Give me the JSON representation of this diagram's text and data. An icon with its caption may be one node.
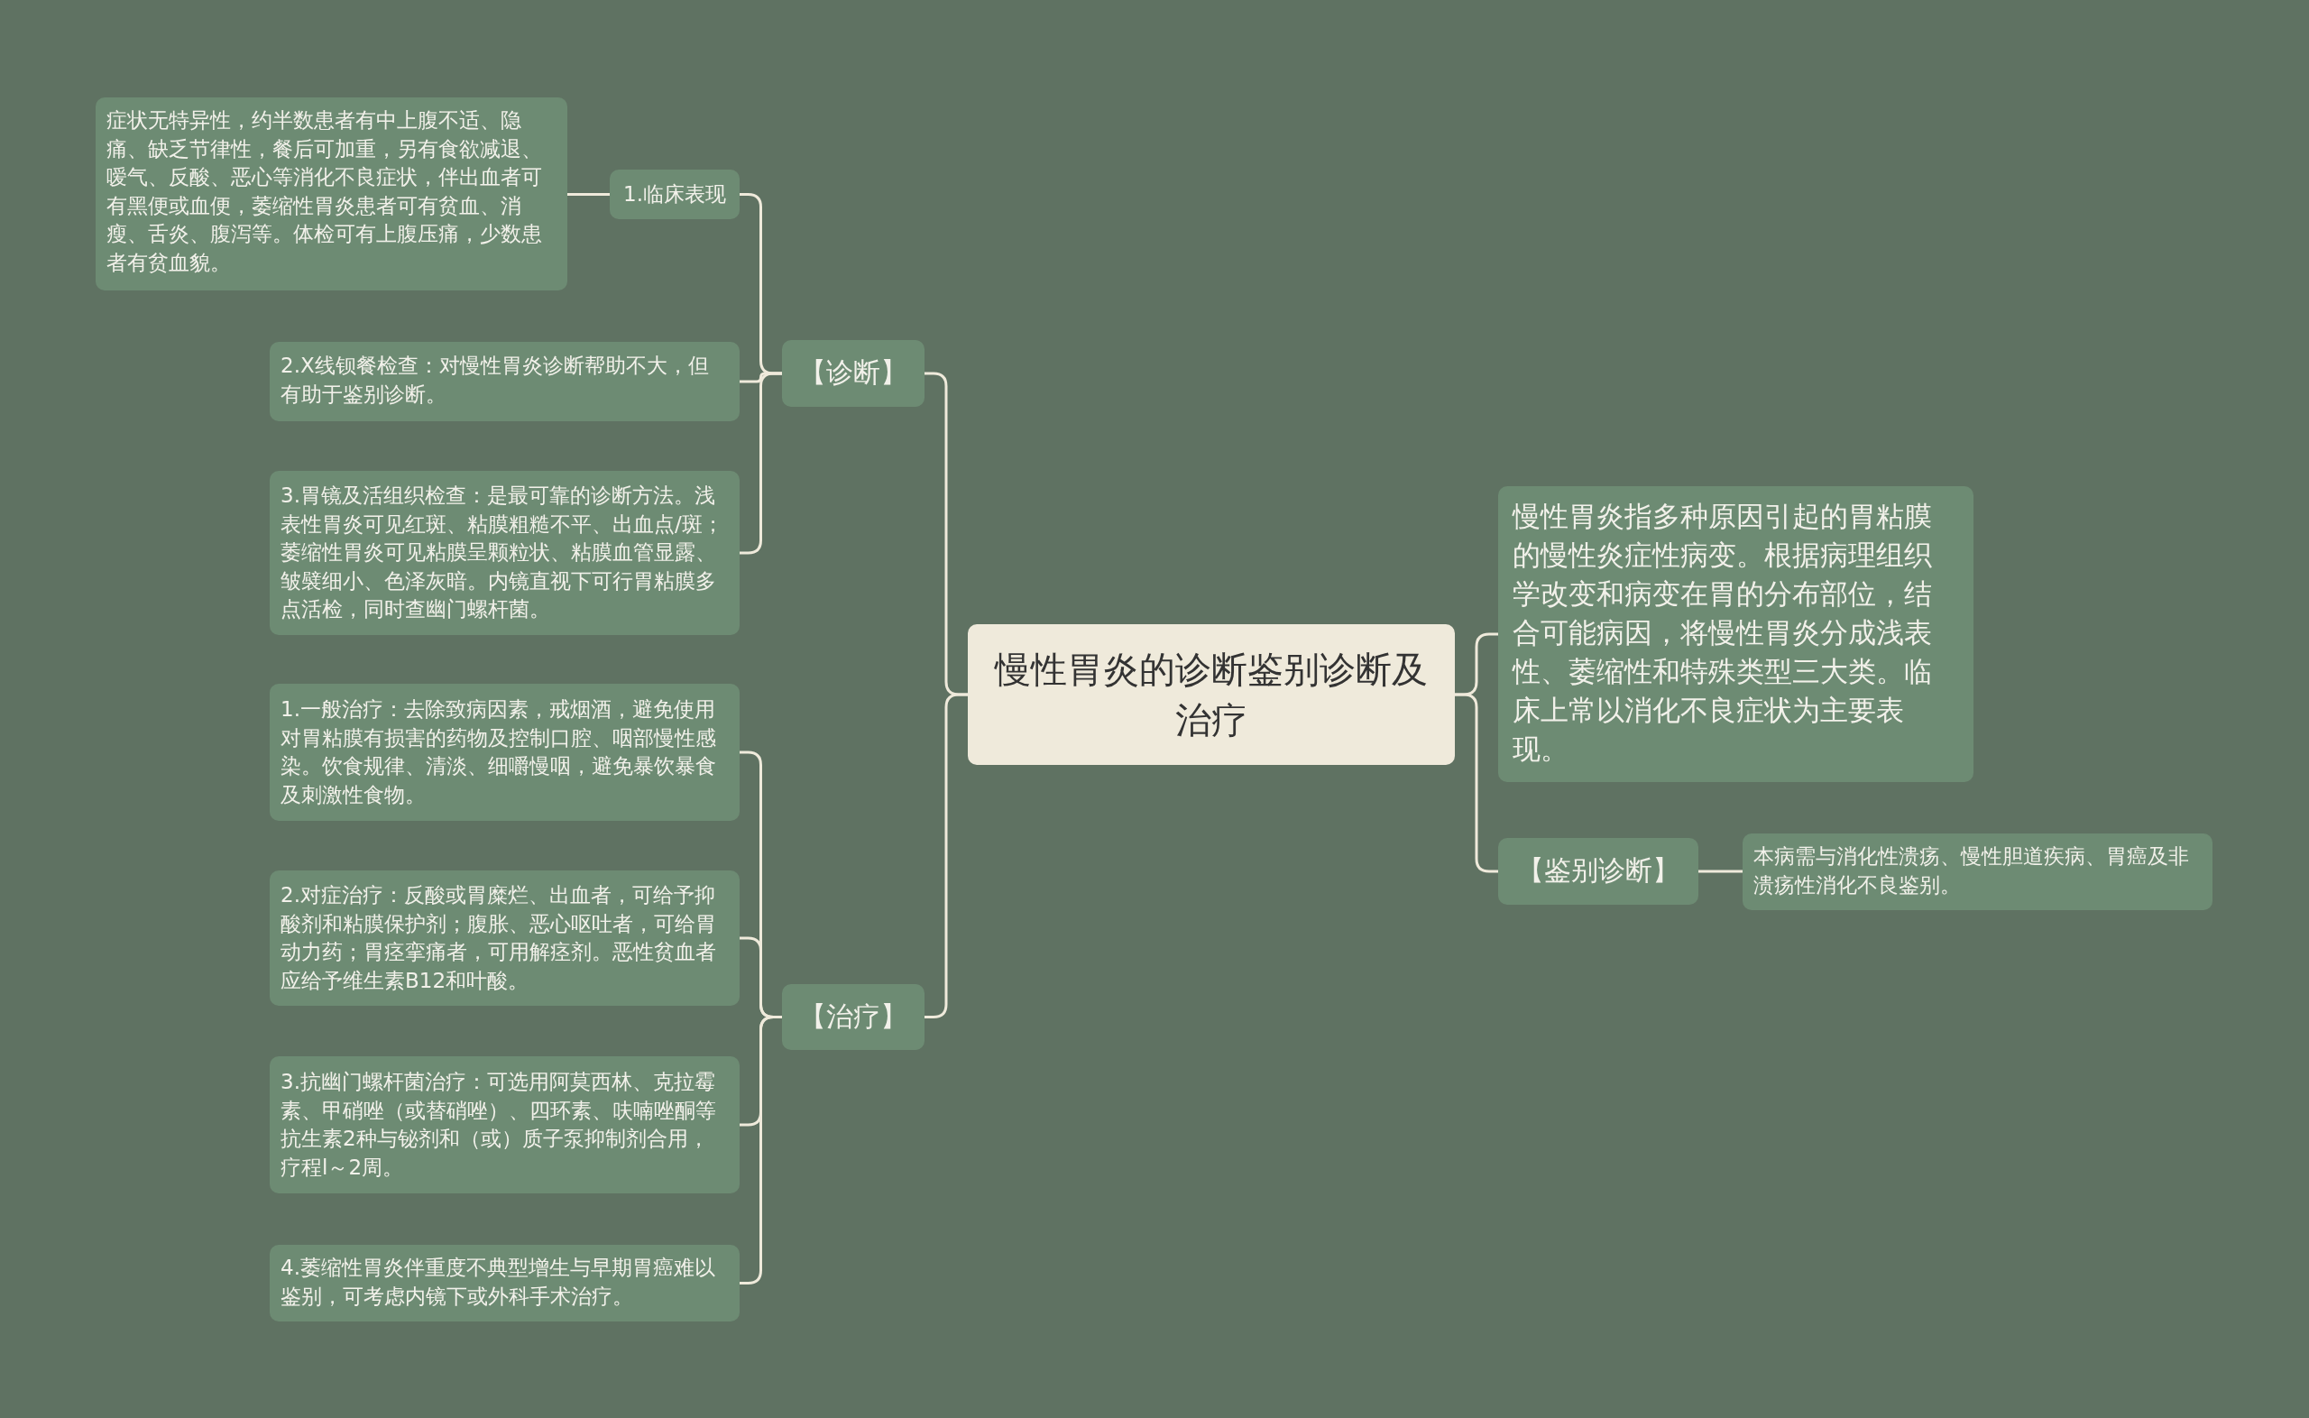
{
  "diagram": {
    "nodes": [
      {
        "text": [
          "慢性胃炎的诊断鉴别诊断及治疗"
        ]
      },
      {
        "text": [
          "【诊断】"
        ]
      },
      {
        "text": [
          "1.临床表现"
        ]
      },
      {
        "text": [
          "症状无特异性，约半数患者有中上腹不适、隐痛、缺乏节律性，餐后可加重，另有食欲减退、嗳气、反酸、恶心等消化不良症状，伴出血者可有黑便或血便，萎缩性胃炎患者可有贫血、消瘦、舌炎、腹泻等。体检可有上腹压痛，少数患者有贫血貌。"
        ]
      },
      {
        "text": [
          "2.X线钡餐检查：对慢性胃炎诊断帮助不大，但有助于鉴别诊断。"
        ]
      },
      {
        "text": [
          "3.胃镜及活组织检查：是最可靠的诊断方法。浅表性胃炎可见红斑、粘膜粗糙不平、出血点/斑；萎缩性胃炎可见粘膜呈颗粒状、粘膜血管显露、皱襞细小、色泽灰暗。内镜直视下可行胃粘膜多点活检，同时查幽门螺杆菌。"
        ]
      },
      {
        "text": [
          "【治疗】"
        ]
      },
      {
        "text": [
          "1.一般治疗：去除致病因素，戒烟酒，避免使用对胃粘膜有损害的药物及控制口腔、咽部慢性感染。饮食规律、清淡、细嚼慢咽，避免暴饮暴食及刺激性食物。"
        ]
      },
      {
        "text": [
          "2.对症治疗：反酸或胃糜烂、出血者，可给予抑酸剂和粘膜保护剂；腹胀、恶心呕吐者，可给胃动力药；胃痉挛痛者，可用解痉剂。恶性贫血者应给予维生素B12和叶酸。"
        ]
      },
      {
        "text": [
          "3.抗幽门螺杆菌治疗：可选用阿莫西林、克拉霉素、甲硝唑（或替硝唑）、四环素、呋喃唑酮等抗生素2种与铋剂和（或）质子泵抑制剂合用，疗程l～2周。"
        ]
      },
      {
        "text": [
          "4.萎缩性胃炎伴重度不典型增生与早期胃癌难以鉴别，可考虑内镜下或外科手术治疗。"
        ]
      },
      {
        "text": [
          "慢性胃炎指多种原因引起的胃粘膜的慢性炎症性病变。根据病理组织学改变和病变在胃的分布部位，结合可能病因，将慢性胃炎分成浅表性、萎缩性和特殊类型三大类。临床上常以消化不良症状为主要表现。"
        ]
      },
      {
        "text": [
          "【鉴别诊断】"
        ]
      },
      {
        "text": [
          "本病需与消化性溃疡、慢性胆道疾病、胃癌及非溃疡性消化不良鉴别。"
        ]
      }
    ],
    "edges": [
      {
        "from": 0,
        "to": 1,
        "arrow": "none"
      },
      {
        "from": 0,
        "to": 6,
        "arrow": "none"
      },
      {
        "from": 0,
        "to": 11,
        "arrow": "none"
      },
      {
        "from": 0,
        "to": 12,
        "arrow": "none"
      },
      {
        "from": 1,
        "to": 2,
        "arrow": "none"
      },
      {
        "from": 2,
        "to": 3,
        "arrow": "none"
      },
      {
        "from": 1,
        "to": 4,
        "arrow": "none"
      },
      {
        "from": 1,
        "to": 5,
        "arrow": "none"
      },
      {
        "from": 6,
        "to": 7,
        "arrow": "none"
      },
      {
        "from": 6,
        "to": 8,
        "arrow": "none"
      },
      {
        "from": 6,
        "to": 9,
        "arrow": "none"
      },
      {
        "from": 6,
        "to": 10,
        "arrow": "none"
      },
      {
        "from": 12,
        "to": 13,
        "arrow": "none"
      }
    ]
  }
}
